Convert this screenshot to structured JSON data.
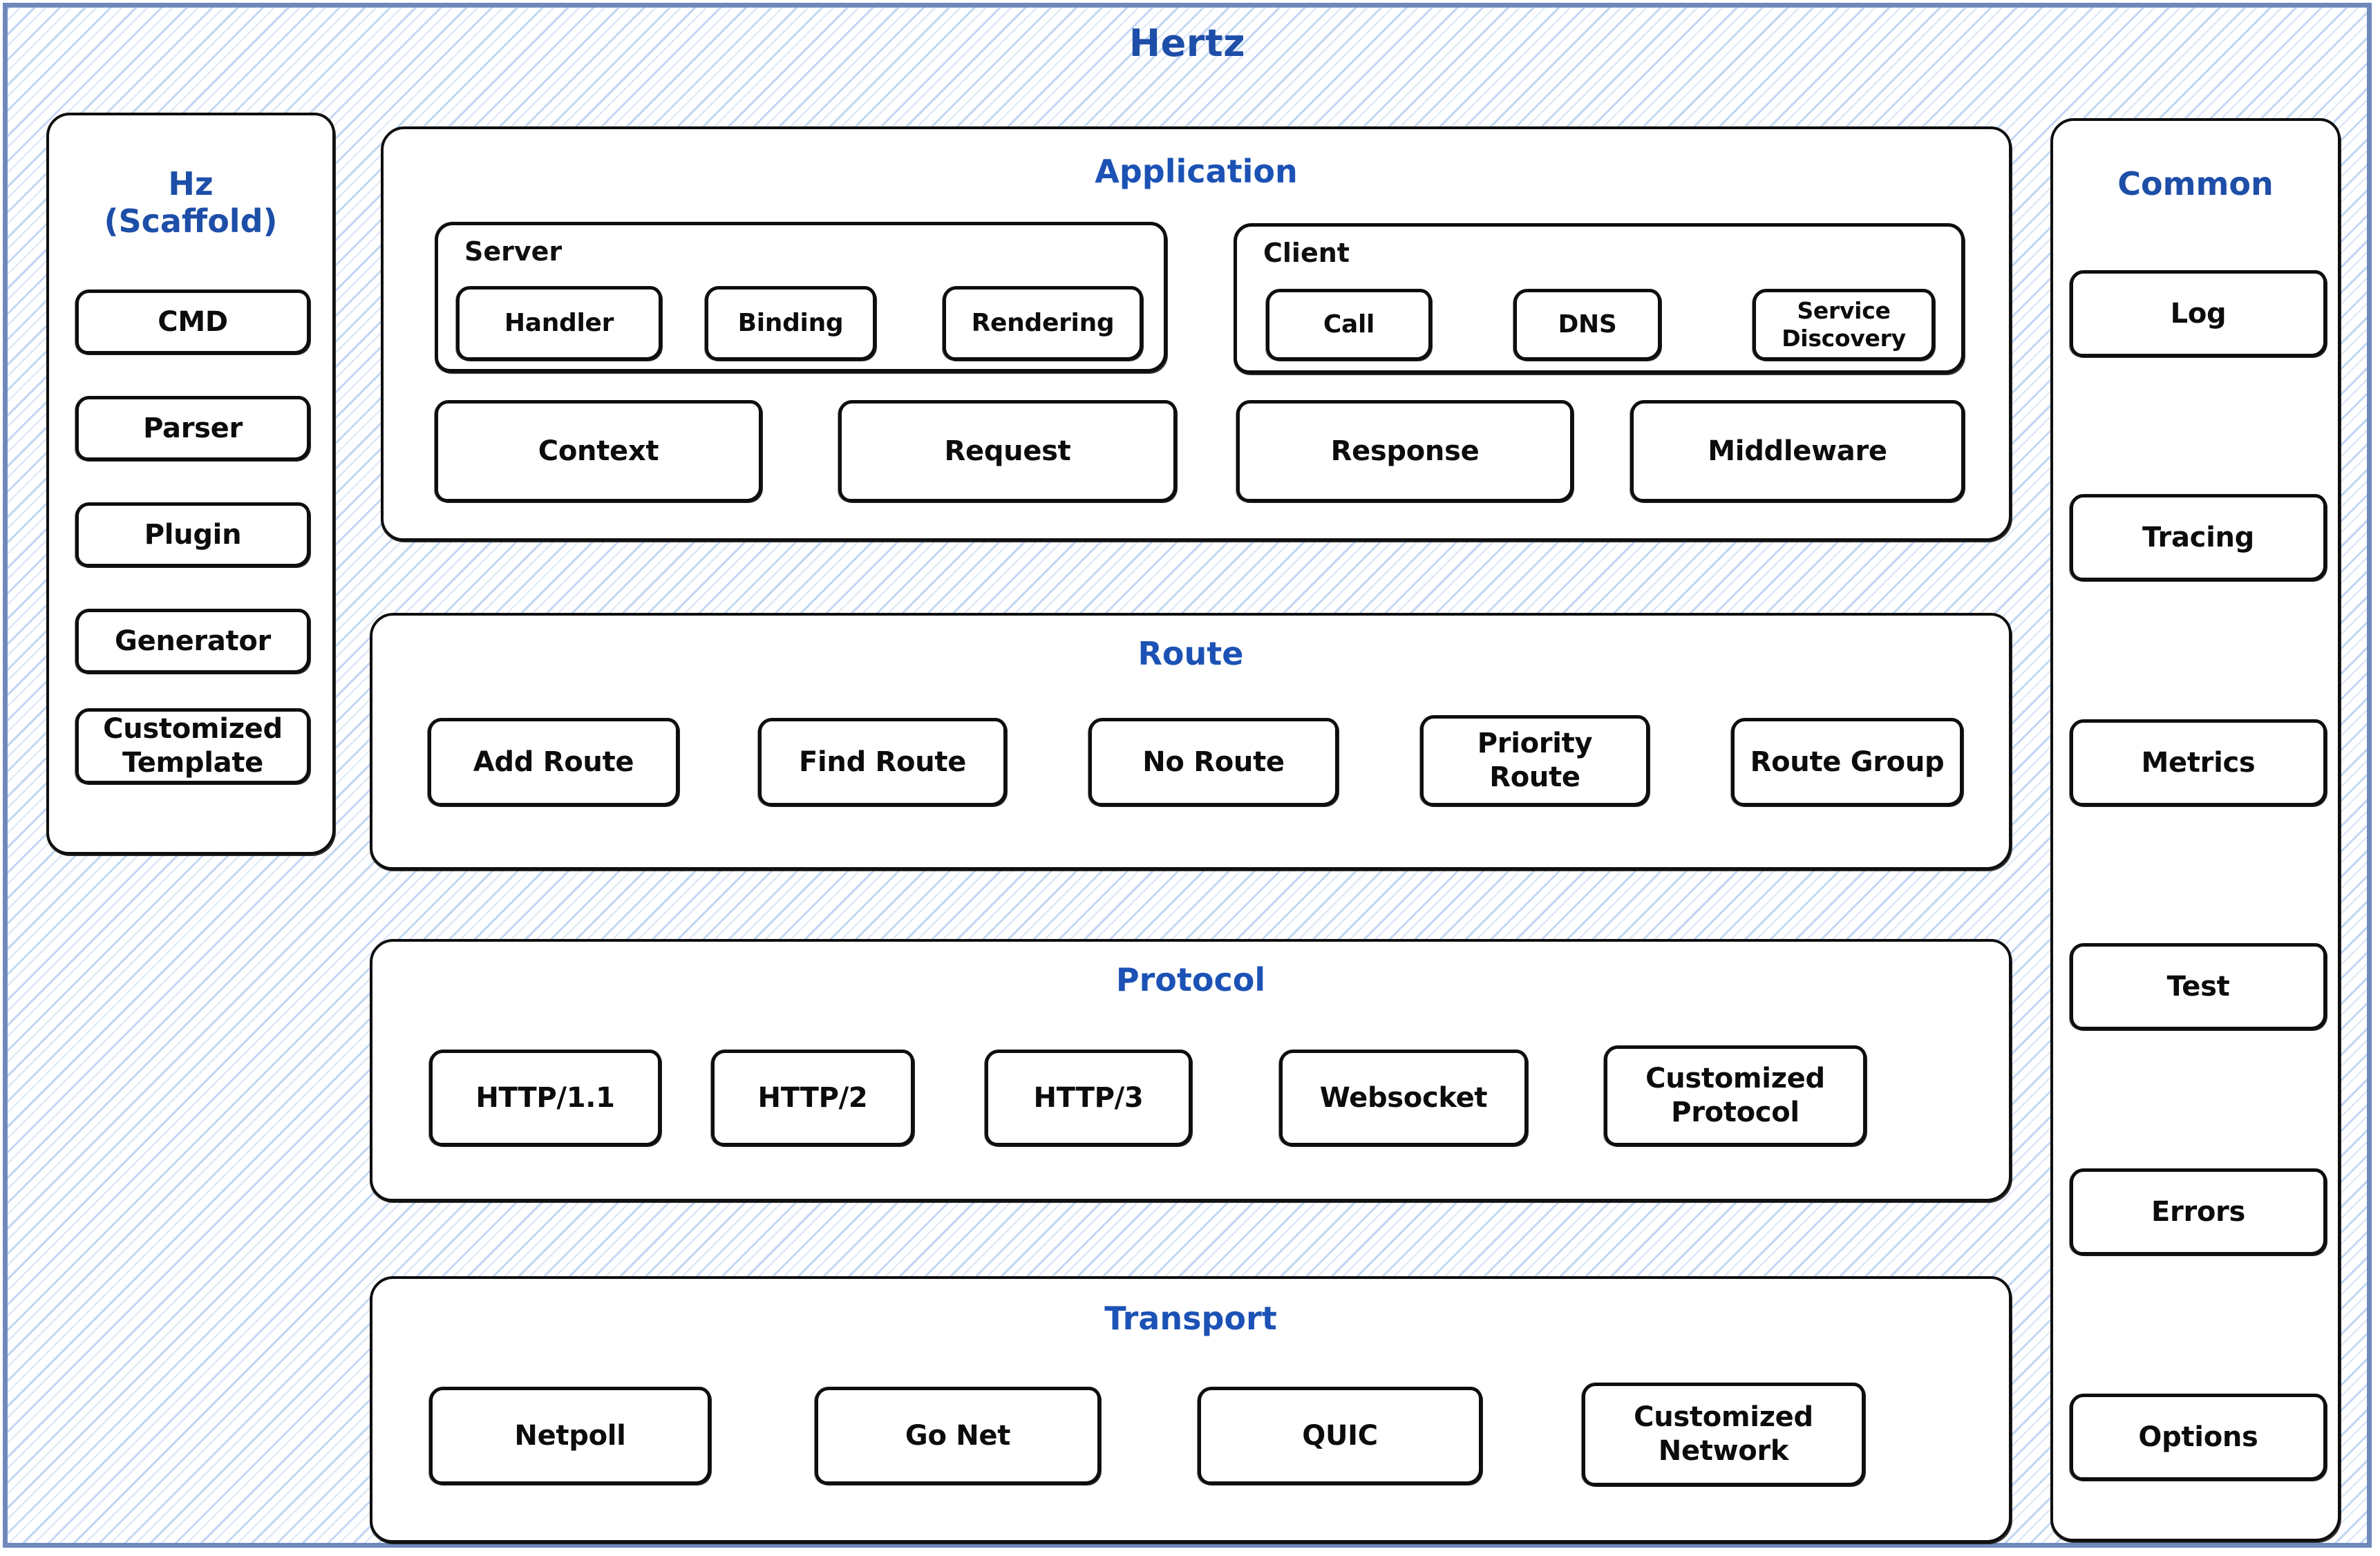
{
  "diagram": {
    "title": "Hertz",
    "accent_blue": "#1d4ea8",
    "section_blue": "#1c52b5",
    "frame_border": "#7089bd",
    "hatch_color": "#bed4f2",
    "box_stroke": "#0e0e0e"
  },
  "scaffold_panel": {
    "title_line1": "Hz",
    "title_line2": "(Scaffold)",
    "items": [
      {
        "label": "CMD"
      },
      {
        "label": "Parser"
      },
      {
        "label": "Plugin"
      },
      {
        "label": "Generator"
      },
      {
        "label": "Customized\nTemplate"
      }
    ]
  },
  "application_section": {
    "title": "Application",
    "server_group": {
      "label": "Server",
      "items": [
        {
          "label": "Handler"
        },
        {
          "label": "Binding"
        },
        {
          "label": "Rendering"
        }
      ]
    },
    "client_group": {
      "label": "Client",
      "items": [
        {
          "label": "Call"
        },
        {
          "label": "DNS"
        },
        {
          "label": "Service\nDiscovery"
        }
      ]
    },
    "bottom_items": [
      {
        "label": "Context"
      },
      {
        "label": "Request"
      },
      {
        "label": "Response"
      },
      {
        "label": "Middleware"
      }
    ]
  },
  "route_section": {
    "title": "Route",
    "items": [
      {
        "label": "Add Route"
      },
      {
        "label": "Find Route"
      },
      {
        "label": "No Route"
      },
      {
        "label": "Priority\nRoute"
      },
      {
        "label": "Route Group"
      }
    ]
  },
  "protocol_section": {
    "title": "Protocol",
    "items": [
      {
        "label": "HTTP/1.1"
      },
      {
        "label": "HTTP/2"
      },
      {
        "label": "HTTP/3"
      },
      {
        "label": "Websocket"
      },
      {
        "label": "Customized\nProtocol"
      }
    ]
  },
  "transport_section": {
    "title": "Transport",
    "items": [
      {
        "label": "Netpoll"
      },
      {
        "label": "Go Net"
      },
      {
        "label": "QUIC"
      },
      {
        "label": "Customized\nNetwork"
      }
    ]
  },
  "common_panel": {
    "title": "Common",
    "items": [
      {
        "label": "Log"
      },
      {
        "label": "Tracing"
      },
      {
        "label": "Metrics"
      },
      {
        "label": "Test"
      },
      {
        "label": "Errors"
      },
      {
        "label": "Options"
      }
    ]
  }
}
